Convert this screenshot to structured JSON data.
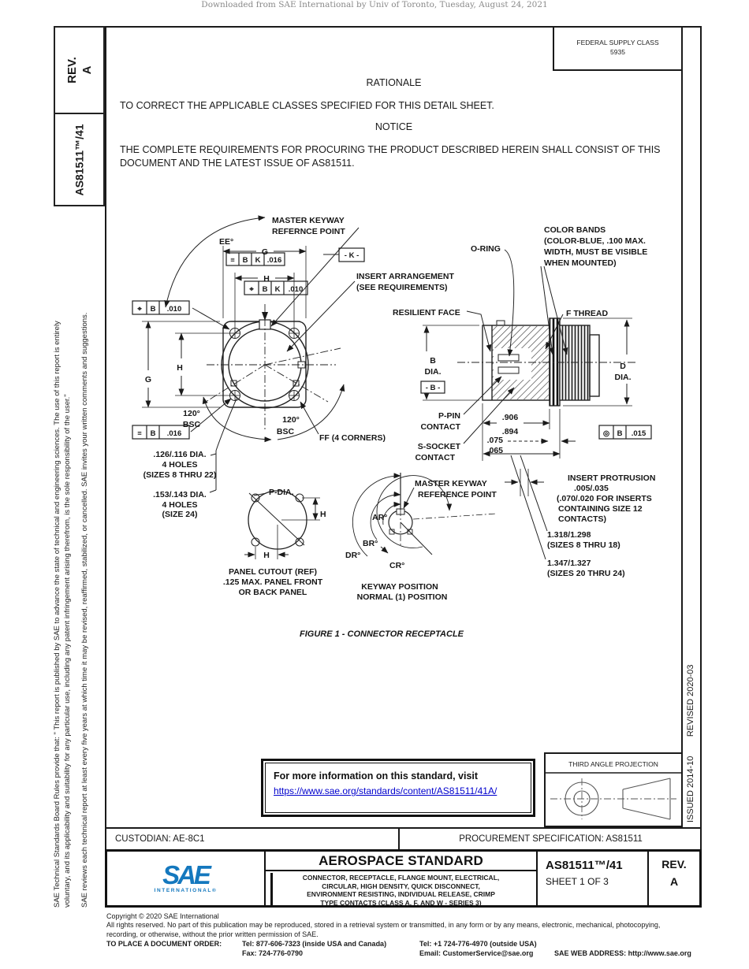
{
  "page": {
    "downloaded_note": "Downloaded from SAE International by Univ of Toronto, Tuesday, August 24, 2021"
  },
  "sidebar": {
    "rev_label": "REV.",
    "rev_value": "A",
    "doc_number": "AS81511™/41",
    "legal_board_line1": "SAE Technical Standards Board Rules provide that: \" This report is published by SAE to advance the state of technical and engineering sciences. The use of this report is entirely",
    "legal_board_line2": "voluntary, and its applicability and suitability for any particular use, including any patent infringement arising therefrom, is the sole responsibility of the user.\"",
    "legal_review": "SAE reviews each technical report at least every five years at which time it may be revised, reaffirmed, stabilized, or cancelled. SAE invites your written comments and suggestions."
  },
  "header": {
    "fsc_label": "FEDERAL SUPPLY CLASS",
    "fsc_number": "5935"
  },
  "rationale": {
    "title": "RATIONALE",
    "body": "TO CORRECT THE APPLICABLE CLASSES SPECIFIED FOR THIS DETAIL SHEET."
  },
  "notice": {
    "title": "NOTICE",
    "line1": "THE COMPLETE REQUIREMENTS FOR PROCURING THE PRODUCT DESCRIBED HEREIN SHALL CONSIST OF THIS",
    "line2": "DOCUMENT AND THE LATEST ISSUE OF AS81511."
  },
  "edge": {
    "issued_revised": "ISSUED 2014-10        REVISED 2020-03"
  },
  "drawing": {
    "caption": "FIGURE 1 - CONNECTOR RECEPTACLE",
    "labels": {
      "mk_top1": "MASTER KEYWAY",
      "mk_top2": "REFERNCE POINT",
      "ee": "EE°",
      "dim_g": "G",
      "dim_h": "H",
      "left_g": "G",
      "left_h": "H",
      "fcf1_sym": "≡",
      "fcf1_b": "B",
      "fcf1_k": "K",
      "fcf1_tol": ".016",
      "fcf2_sym": "⌖",
      "fcf2_b": "B",
      "fcf2_k": "K",
      "fcf2_tol": ".010",
      "fcf3_sym": "⌖",
      "fcf3_b": "B",
      "fcf3_tol": ".010",
      "fcf4_sym": "≡",
      "fcf4_b": "B",
      "fcf4_tol": ".016",
      "fcf5_sym": "◎",
      "fcf5_b": "B",
      "fcf5_tol": ".015",
      "datum_k": "- K -",
      "datum_b": "- B -",
      "ins_arr1": "INSERT ARRANGEMENT",
      "ins_arr2": "(SEE REQUIREMENTS)",
      "resilient": "RESILIENT FACE",
      "oring": "O-RING",
      "cb1": "COLOR BANDS",
      "cb2": "(COLOR-BLUE, .100 MAX.",
      "cb3": "WIDTH, MUST BE VISIBLE",
      "cb4": "WHEN MOUNTED)",
      "fthread": "F THREAD",
      "bdia1": "B",
      "bdia2": "DIA.",
      "ddia1": "D",
      "ddia2": "DIA.",
      "bsc1a": "120°",
      "bsc1b": "BSC",
      "bsc2a": "120°",
      "bsc2b": "BSC",
      "ff": "FF (4 CORNERS)",
      "holes1a": ".126/.116 DIA.",
      "holes1b": "4 HOLES",
      "holes1c": "(SIZES 8 THRU 22)",
      "holes2a": ".153/.143 DIA.",
      "holes2b": "4 HOLES",
      "holes2c": "(SIZE 24)",
      "pdia": "P-DIA.",
      "cut_h_right": "H",
      "cut_h_bottom": "H",
      "panel1": "PANEL CUTOUT (REF)",
      "panel2": ".125 MAX. PANEL FRONT",
      "panel3": "OR BACK PANEL",
      "mk2a": "MASTER KEYWAY",
      "mk2b": "REFERENCE POINT",
      "ar": "AR°",
      "br": "BR°",
      "dr": "DR°",
      "cr": "CR°",
      "key1": "KEYWAY POSITION",
      "key2": "NORMAL (1) POSITION",
      "ppin1": "P-PIN",
      "ppin2": "CONTACT",
      "sock1": "S-SOCKET",
      "sock2": "CONTACT",
      "d906": ".906",
      "d894": ".894",
      "d075": ".075",
      "d065": ".065",
      "insp1": "INSERT PROTRUSION",
      "insp2": ".005/.035",
      "insp3": "(.070/.020 FOR INSERTS",
      "insp4": "CONTAINING SIZE 12",
      "insp5": "CONTACTS)",
      "len1a": "1.318/1.298",
      "len1b": "(SIZES 8 THRU 18)",
      "len2a": "1.347/1.327",
      "len2b": "(SIZES 20 THRU 24)"
    }
  },
  "info_box": {
    "line1": "For more information on this standard, visit",
    "link": "https://www.sae.org/standards/content/AS81511/41A/"
  },
  "projection": {
    "label": "THIRD ANGLE PROJECTION"
  },
  "custodian_row": {
    "custodian": "CUSTODIAN: AE-8C1",
    "procurement": "PROCUREMENT SPECIFICATION: AS81511"
  },
  "title_block": {
    "logo_text": "SAE",
    "logo_sub": "INTERNATIONAL®",
    "title": "AEROSPACE STANDARD",
    "sub1": "CONNECTOR, RECEPTACLE, FLANGE MOUNT, ELECTRICAL,",
    "sub2": "CIRCULAR, HIGH DENSITY, QUICK DISCONNECT,",
    "sub3": "ENVIRONMENT RESISTING, INDIVIDUAL RELEASE, CRIMP",
    "sub4": "TYPE CONTACTS (CLASS A, F, AND W - SERIES 3)",
    "doc_number": "AS81511™/41",
    "sheet": "SHEET 1 OF 3",
    "rev_label": "REV.",
    "rev_value": "A"
  },
  "footer": {
    "copyright": "Copyright © 2020 SAE International",
    "rights1": "All rights reserved. No part of this publication may be reproduced, stored in a retrieval system or transmitted, in any form or by any means, electronic, mechanical, photocopying,",
    "rights2": "recording, or otherwise, without the prior written permission of SAE.",
    "order_label": "TO PLACE A DOCUMENT ORDER:",
    "tel_inside": "Tel: 877-606-7323 (inside USA and Canada)",
    "tel_outside": "Tel: +1 724-776-4970 (outside USA)",
    "fax": "Fax: 724-776-0790",
    "email": "Email: CustomerService@sae.org",
    "web": "SAE WEB ADDRESS: http://www.sae.org"
  },
  "colors": {
    "sae_blue": "#1478be",
    "link_blue": "#0000cd",
    "note_gray": "#8a8a8a",
    "ink": "#1a1a1a"
  }
}
